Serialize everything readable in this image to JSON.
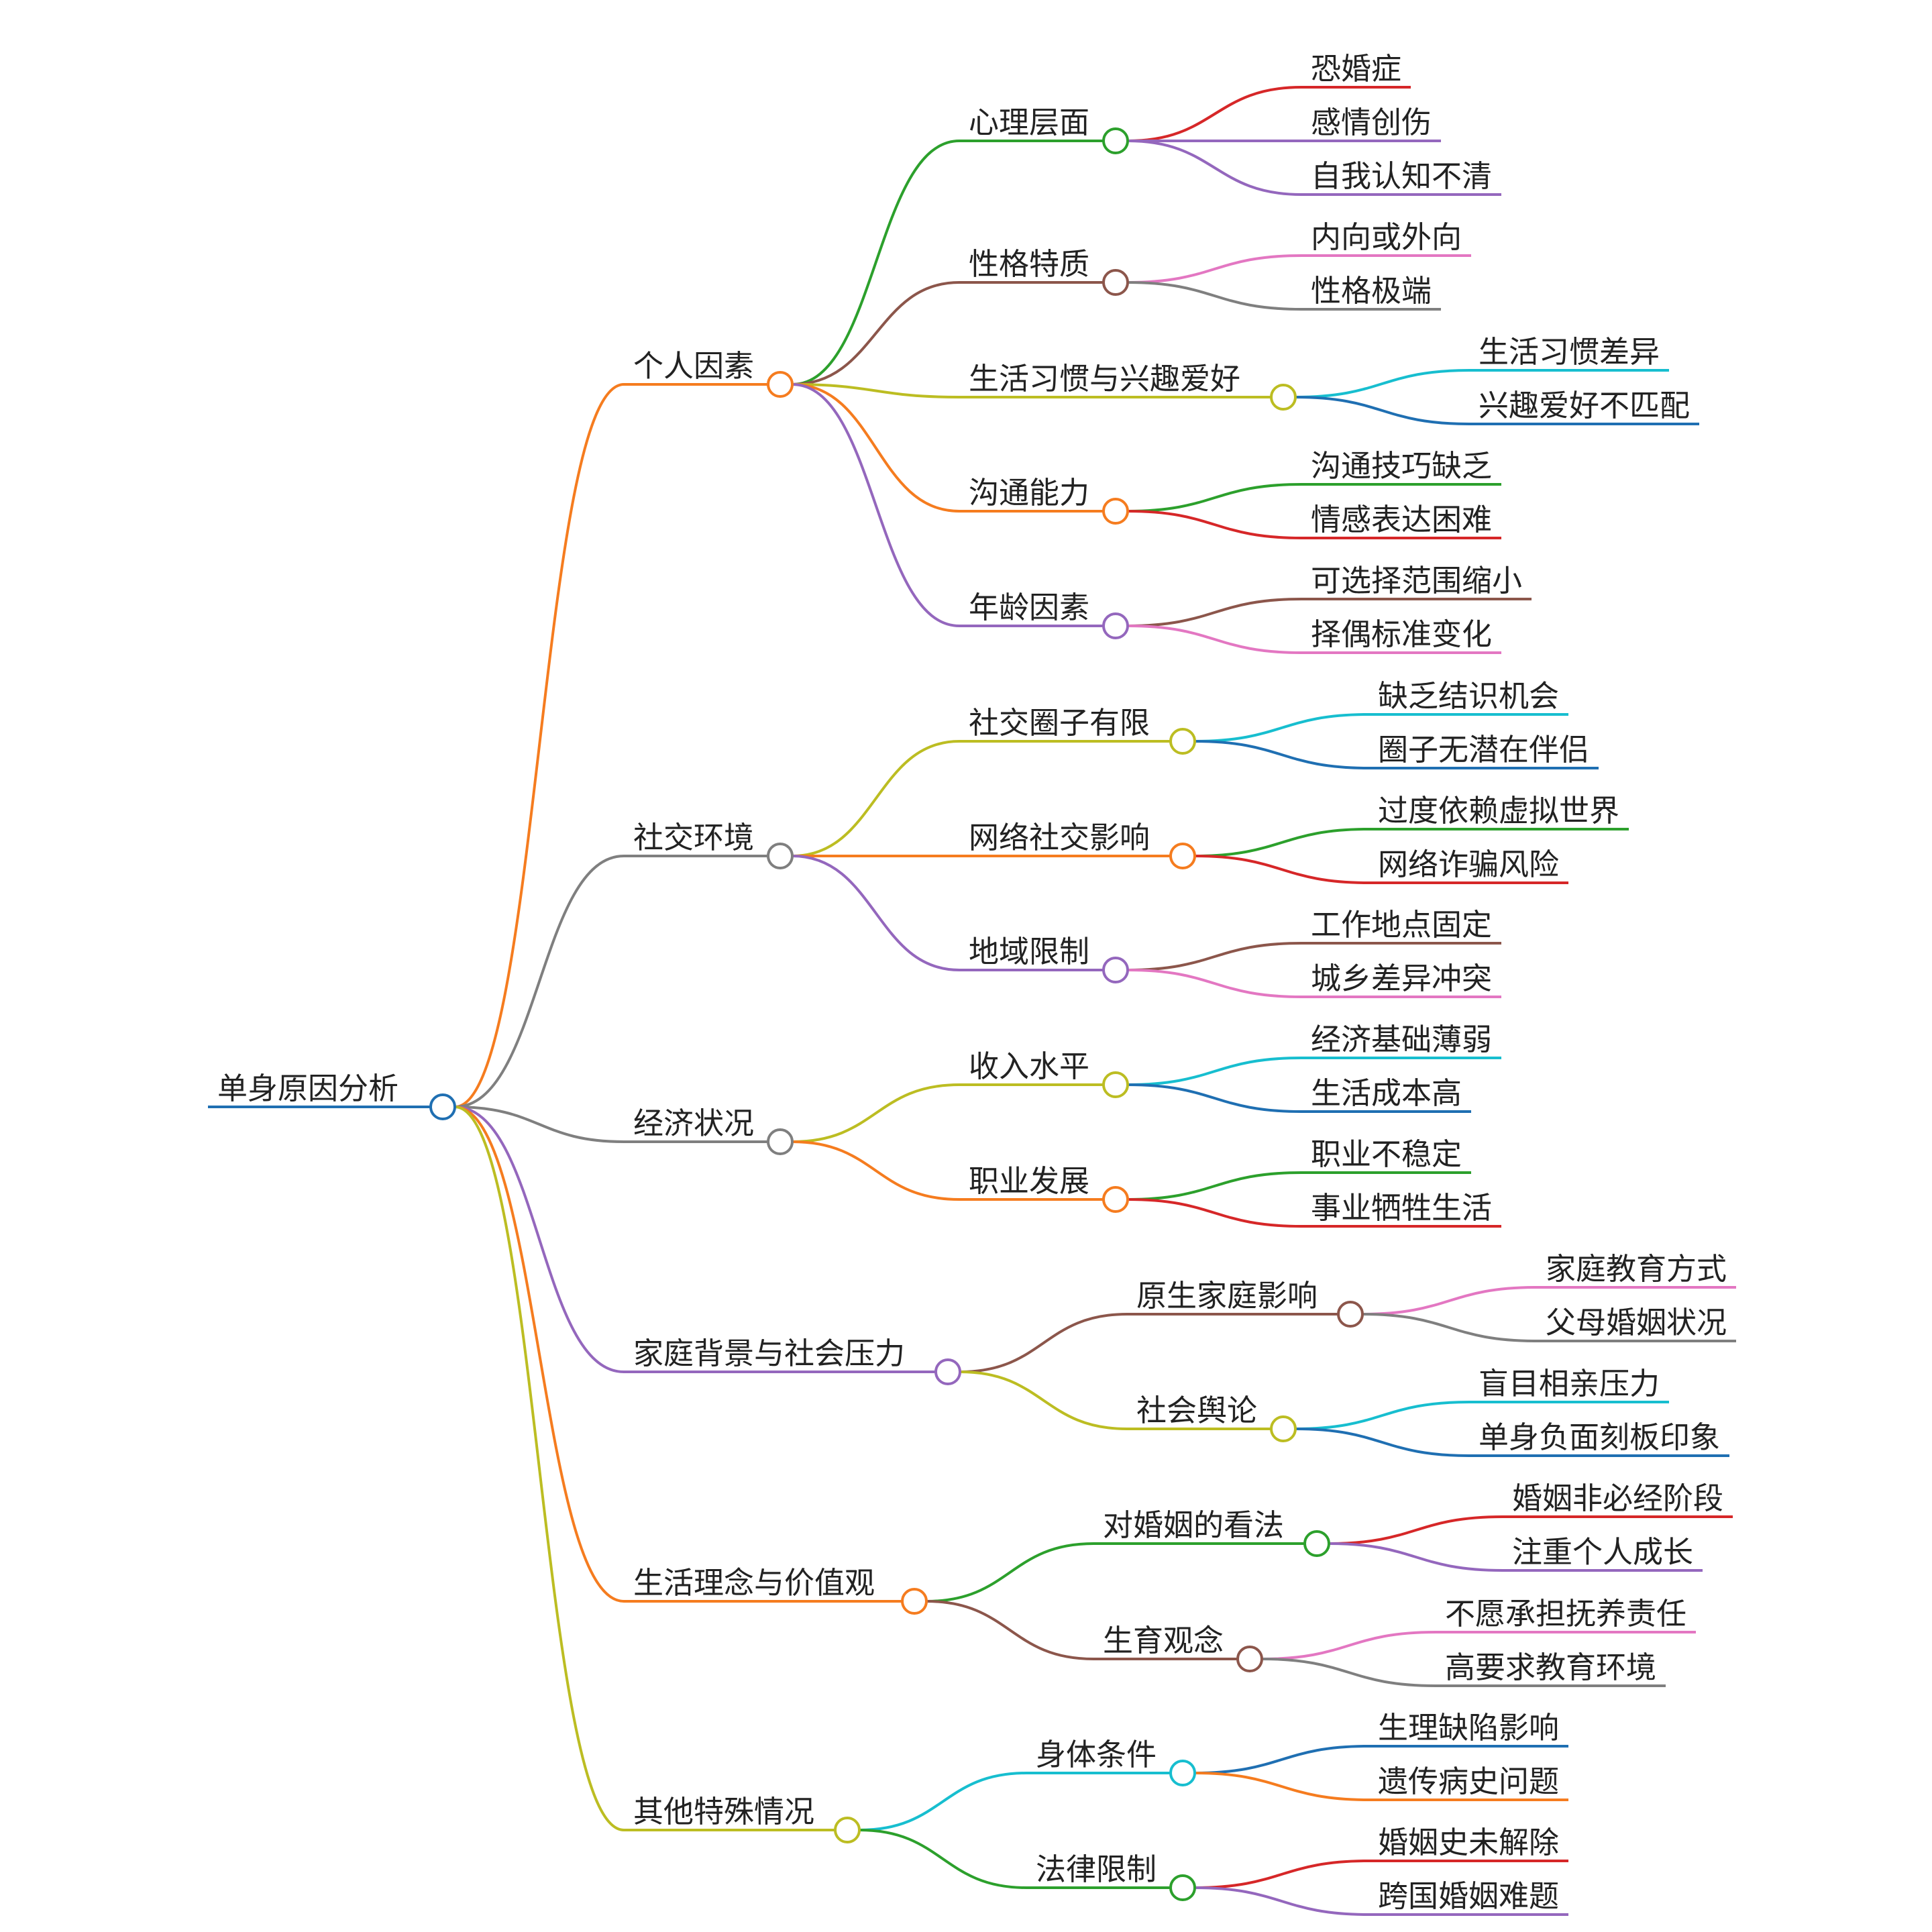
{
  "root": {
    "label": "单身原因分析",
    "color": "#1f6fb2",
    "children": [
      {
        "label": "个人因素",
        "color": "#f57c1f",
        "children": [
          {
            "label": "心理层面",
            "color": "#2ca02c",
            "children": [
              {
                "label": "恐婚症",
                "color": "#d62728"
              },
              {
                "label": "感情创伤",
                "color": "#9467bd"
              },
              {
                "label": "自我认知不清",
                "color": "#9467bd"
              }
            ]
          },
          {
            "label": "性格特质",
            "color": "#8c564b",
            "children": [
              {
                "label": "内向或外向",
                "color": "#e377c2"
              },
              {
                "label": "性格极端",
                "color": "#7f7f7f"
              }
            ]
          },
          {
            "label": "生活习惯与兴趣爱好",
            "color": "#bcbd22",
            "children": [
              {
                "label": "生活习惯差异",
                "color": "#17becf"
              },
              {
                "label": "兴趣爱好不匹配",
                "color": "#1f6fb2"
              }
            ]
          },
          {
            "label": "沟通能力",
            "color": "#f57c1f",
            "children": [
              {
                "label": "沟通技巧缺乏",
                "color": "#2ca02c"
              },
              {
                "label": "情感表达困难",
                "color": "#d62728"
              }
            ]
          },
          {
            "label": "年龄因素",
            "color": "#9467bd",
            "children": [
              {
                "label": "可选择范围缩小",
                "color": "#8c564b"
              },
              {
                "label": "择偶标准变化",
                "color": "#e377c2"
              }
            ]
          }
        ]
      },
      {
        "label": "社交环境",
        "color": "#7f7f7f",
        "children": [
          {
            "label": "社交圈子有限",
            "color": "#bcbd22",
            "children": [
              {
                "label": "缺乏结识机会",
                "color": "#17becf"
              },
              {
                "label": "圈子无潜在伴侣",
                "color": "#1f6fb2"
              }
            ]
          },
          {
            "label": "网络社交影响",
            "color": "#f57c1f",
            "children": [
              {
                "label": "过度依赖虚拟世界",
                "color": "#2ca02c"
              },
              {
                "label": "网络诈骗风险",
                "color": "#d62728"
              }
            ]
          },
          {
            "label": "地域限制",
            "color": "#9467bd",
            "children": [
              {
                "label": "工作地点固定",
                "color": "#8c564b"
              },
              {
                "label": "城乡差异冲突",
                "color": "#e377c2"
              }
            ]
          }
        ]
      },
      {
        "label": "经济状况",
        "color": "#7f7f7f",
        "children": [
          {
            "label": "收入水平",
            "color": "#bcbd22",
            "children": [
              {
                "label": "经济基础薄弱",
                "color": "#17becf"
              },
              {
                "label": "生活成本高",
                "color": "#1f6fb2"
              }
            ]
          },
          {
            "label": "职业发展",
            "color": "#f57c1f",
            "children": [
              {
                "label": "职业不稳定",
                "color": "#2ca02c"
              },
              {
                "label": "事业牺牲生活",
                "color": "#d62728"
              }
            ]
          }
        ]
      },
      {
        "label": "家庭背景与社会压力",
        "color": "#9467bd",
        "children": [
          {
            "label": "原生家庭影响",
            "color": "#8c564b",
            "children": [
              {
                "label": "家庭教育方式",
                "color": "#e377c2"
              },
              {
                "label": "父母婚姻状况",
                "color": "#7f7f7f"
              }
            ]
          },
          {
            "label": "社会舆论",
            "color": "#bcbd22",
            "children": [
              {
                "label": "盲目相亲压力",
                "color": "#17becf"
              },
              {
                "label": "单身负面刻板印象",
                "color": "#1f6fb2"
              }
            ]
          }
        ]
      },
      {
        "label": "生活理念与价值观",
        "color": "#f57c1f",
        "children": [
          {
            "label": "对婚姻的看法",
            "color": "#2ca02c",
            "children": [
              {
                "label": "婚姻非必经阶段",
                "color": "#d62728"
              },
              {
                "label": "注重个人成长",
                "color": "#9467bd"
              }
            ]
          },
          {
            "label": "生育观念",
            "color": "#8c564b",
            "children": [
              {
                "label": "不愿承担抚养责任",
                "color": "#e377c2"
              },
              {
                "label": "高要求教育环境",
                "color": "#7f7f7f"
              }
            ]
          }
        ]
      },
      {
        "label": "其他特殊情况",
        "color": "#bcbd22",
        "children": [
          {
            "label": "身体条件",
            "color": "#17becf",
            "children": [
              {
                "label": "生理缺陷影响",
                "color": "#1f6fb2"
              },
              {
                "label": "遗传病史问题",
                "color": "#f57c1f"
              }
            ]
          },
          {
            "label": "法律限制",
            "color": "#2ca02c",
            "children": [
              {
                "label": "婚姻史未解除",
                "color": "#d62728"
              },
              {
                "label": "跨国婚姻难题",
                "color": "#9467bd"
              }
            ]
          }
        ]
      }
    ]
  }
}
